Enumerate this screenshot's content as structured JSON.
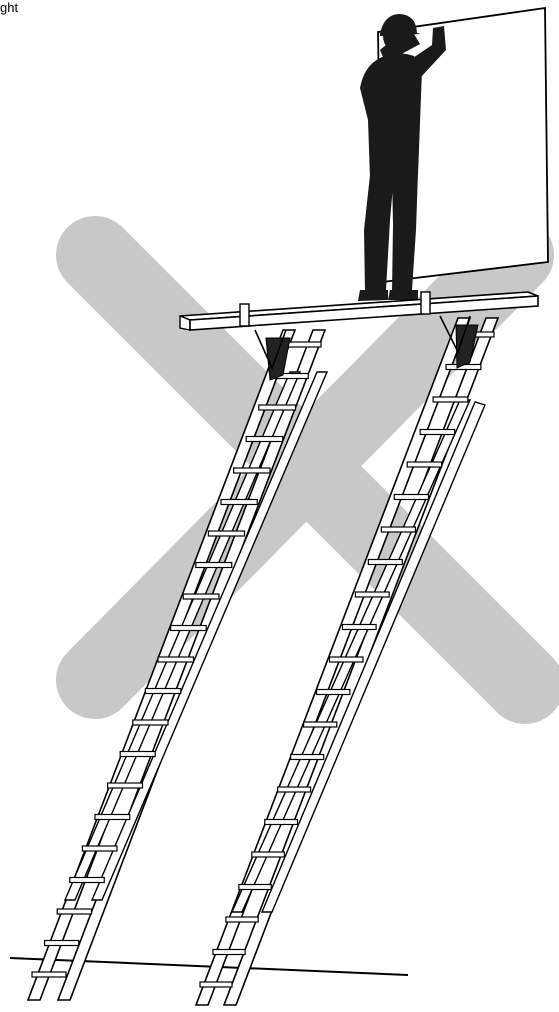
{
  "page": {
    "label": "ght"
  },
  "illustration": {
    "subject": "unsafe-ladder-platform-warning",
    "prohibition_mark": {
      "symbol": "x-mark",
      "color": "#c8c8c8"
    },
    "platform": {
      "color": "#ffffff",
      "outline": "#000000"
    },
    "worker": {
      "color": "#1a1a1a"
    },
    "panel": {
      "color": "#ffffff",
      "outline": "#000000"
    },
    "ladders": [
      {
        "id": "left-ladder",
        "rung_count": 21
      },
      {
        "id": "right-ladder",
        "rung_count": 21
      }
    ],
    "ground_line": {
      "color": "#000000"
    }
  }
}
